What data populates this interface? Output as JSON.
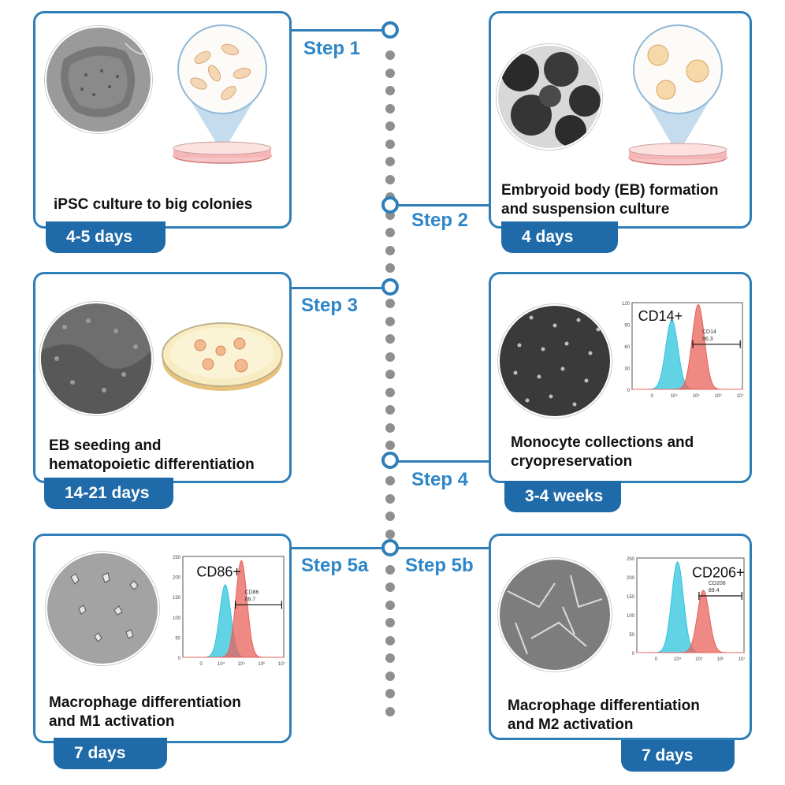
{
  "colors": {
    "accent": "#2e7fb8",
    "duration_bg": "#1f6aa8",
    "step_text": "#2e86c8",
    "timeline_dot": "#8f8f8f",
    "cyan": "#2ec4dc",
    "red": "#e8615a"
  },
  "steps": [
    {
      "label": "Step 1",
      "caption": "iPSC culture to big colonies",
      "duration": "4-5 days",
      "image": "ipsc-colony-micrograph",
      "illustration": "petri-dish-zoom-cells-icon"
    },
    {
      "label": "Step 2",
      "caption": "Embryoid body (EB) formation\nand suspension culture",
      "duration": "4 days",
      "image": "embryoid-body-micrograph",
      "illustration": "petri-dish-zoom-eb-icon"
    },
    {
      "label": "Step 3",
      "caption": "EB seeding and\nhematopoietic differentiation",
      "duration": "14-21 days",
      "image": "eb-seeding-micrograph",
      "illustration": "petri-dish-eb-icon"
    },
    {
      "label": "Step 4",
      "caption": "Monocyte collections and\ncryopreservation",
      "duration": "3-4 weeks",
      "image": "monocyte-micrograph",
      "flow": {
        "marker": "CD14+",
        "gate_label": "CD14",
        "gate_value": "96.3",
        "y_ticks": [
          "120",
          "90",
          "60",
          "30",
          "0"
        ]
      }
    },
    {
      "label": "Step 5a",
      "caption": "Macrophage differentiation\nand M1 activation",
      "duration": "7 days",
      "image": "m1-macrophage-micrograph",
      "flow": {
        "marker": "CD86+",
        "gate_label": "CD86",
        "gate_value": "88.7",
        "y_ticks": [
          "250",
          "200",
          "150",
          "100",
          "50",
          "0"
        ]
      }
    },
    {
      "label": "Step 5b",
      "caption": "Macrophage differentiation\nand M2 activation",
      "duration": "7 days",
      "image": "m2-macrophage-micrograph",
      "flow": {
        "marker": "CD206+",
        "gate_label": "CD206",
        "gate_value": "89.4",
        "y_ticks": [
          "250",
          "200",
          "150",
          "100",
          "50",
          "0"
        ]
      }
    }
  ],
  "flow_x_ticks": [
    "0",
    "10⁴",
    "10⁵",
    "10⁶",
    "10⁷"
  ]
}
